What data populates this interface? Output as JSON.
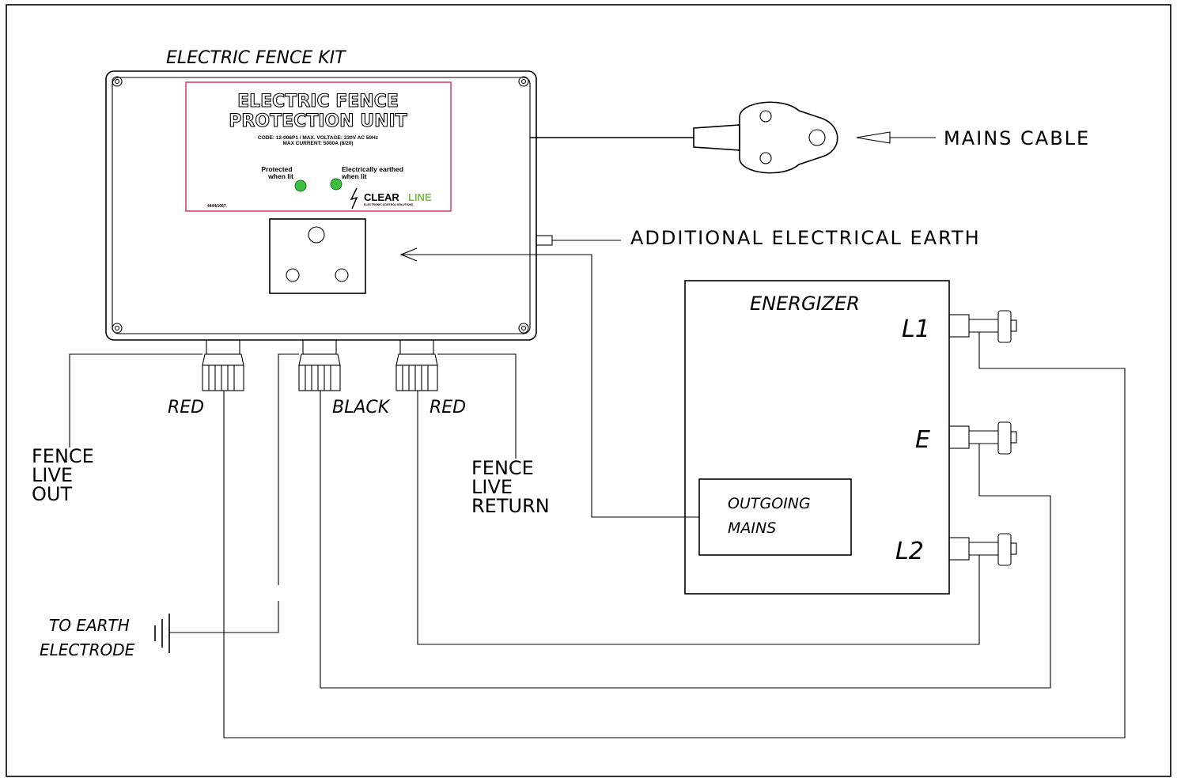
{
  "diagram": {
    "kit_title": "ELECTRIC FENCE KIT",
    "panel": {
      "title_line1": "ELECTRIC FENCE",
      "title_line2": "PROTECTION UNIT",
      "spec_line1": "CODE: 12-006P1 / MAX. VOLTAGE: 230V AC 50Hz",
      "spec_line2": "MAX CURRENT: 5000A (8/20)",
      "led1_label_line1": "Protected",
      "led1_label_line2": "when lit",
      "led2_label_line1": "Electrically earthed",
      "led2_label_line2": "when lit",
      "brand_part1": "CLEAR",
      "brand_part2": "LINE",
      "brand_tagline": "ELECTRONIC CONTROL SOLUTIONS",
      "serial": "4444/1067"
    },
    "labels": {
      "mains_cable": "MAINS CABLE",
      "additional_earth": "ADDITIONAL ELECTRICAL EARTH",
      "energizer": "ENERGIZER",
      "l1": "L1",
      "e": "E",
      "l2": "L2",
      "outgoing_line1": "OUTGOING",
      "outgoing_line2": "MAINS",
      "red_left": "RED",
      "black": "BLACK",
      "red_right": "RED",
      "fence_live_out_1": "FENCE",
      "fence_live_out_2": "LIVE",
      "fence_live_out_3": "OUT",
      "fence_live_return_1": "FENCE",
      "fence_live_return_2": "LIVE",
      "fence_live_return_3": "RETURN",
      "earth_electrode_1": "TO EARTH",
      "earth_electrode_2": "ELECTRODE"
    },
    "colors": {
      "panel_border": "#d9436b",
      "led": "#3fbf3f",
      "brand_accent": "#7ac143"
    }
  }
}
